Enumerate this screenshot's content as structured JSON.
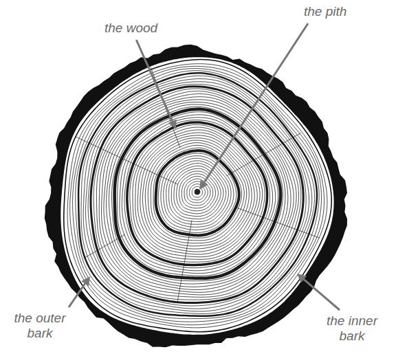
{
  "diagram": {
    "labels": [
      "the wood",
      "the pith",
      "the outer bark",
      "the inner bark"
    ]
  }
}
